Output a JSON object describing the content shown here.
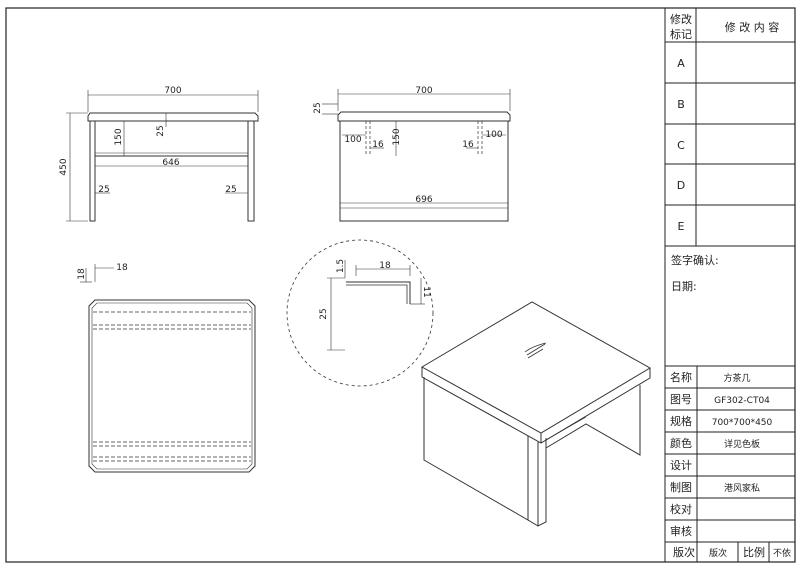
{
  "revision_block": {
    "mark_header": [
      "修改",
      "标记"
    ],
    "content_header": "修 改 内 容",
    "marks": [
      "A",
      "B",
      "C",
      "D",
      "E"
    ]
  },
  "signature_label": "签字确认:",
  "date_label": "日期:",
  "title_block": {
    "rows": [
      {
        "label": "名称",
        "value": "方茶几"
      },
      {
        "label": "图号",
        "value": "GF302-CT04"
      },
      {
        "label": "规格",
        "value": "700*700*450"
      },
      {
        "label": "颜色",
        "value": "详见色板"
      },
      {
        "label": "设计",
        "value": ""
      },
      {
        "label": "制图",
        "value": "港风家私"
      },
      {
        "label": "校对",
        "value": ""
      },
      {
        "label": "审核",
        "value": ""
      }
    ],
    "last_row": {
      "label": "版次",
      "value": "版次",
      "scale_label": "比例",
      "scale_value": "不依"
    }
  },
  "front_view": {
    "width": "700",
    "height": "450",
    "apron": "150",
    "top_thk": "25",
    "inner": "646",
    "leg_left": "25",
    "leg_right": "25"
  },
  "side_view": {
    "width": "700",
    "top_thk": "25",
    "d1": "100",
    "d2": "150",
    "d3": "16",
    "d4": "16",
    "d5": "100",
    "bottom": "696"
  },
  "top_view": {
    "d1": "18",
    "d2": "18"
  },
  "detail_view": {
    "d1": "1.5",
    "d2": "18",
    "d3": "25",
    "d4": "11"
  }
}
